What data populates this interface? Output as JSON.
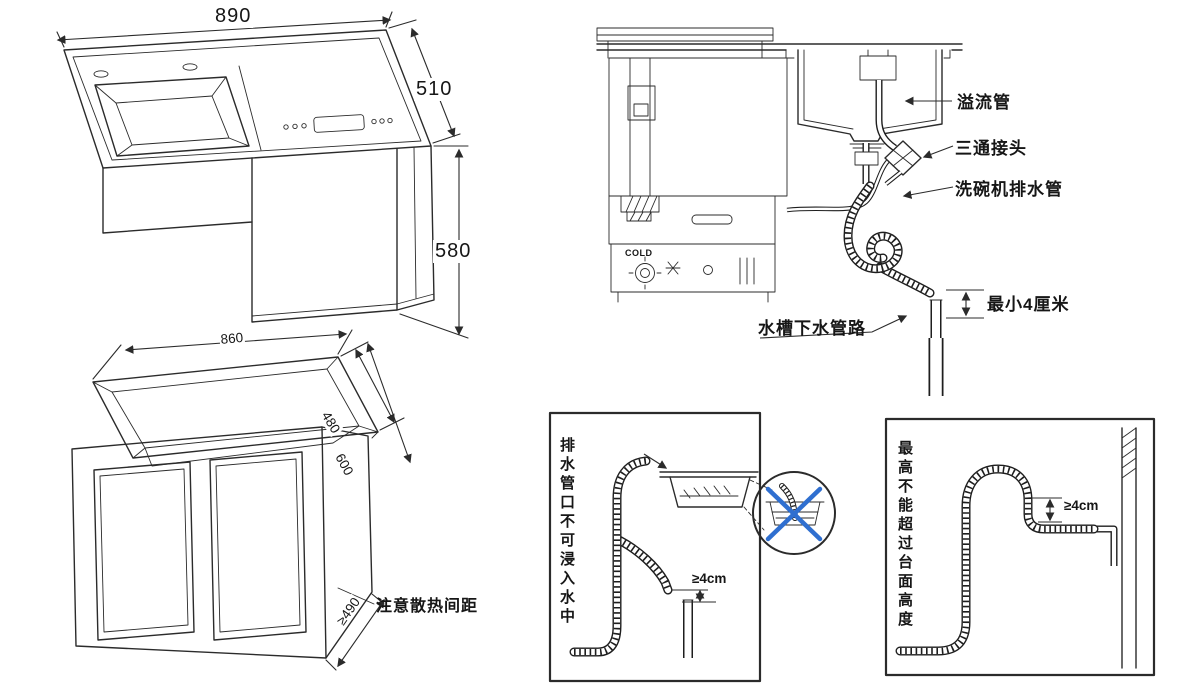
{
  "colors": {
    "line": "#2b2b2b",
    "cross": "#2f6fd0",
    "background": "#ffffff"
  },
  "sink_unit_drawing": {
    "width_mm": "890",
    "depth_mm": "510",
    "height_mm": "580"
  },
  "cabinet_drawing": {
    "width_mm": "860",
    "inner_depth_mm": "480",
    "outer_depth_mm": "600",
    "min_clearance_mm": "≥490",
    "note": "注意散热间距"
  },
  "plumbing_diagram": {
    "overflow_pipe": "溢流管",
    "tee_joint": "三通接头",
    "dishwasher_drain_hose": "洗碗机排水管",
    "sink_drain_line": "水槽下水管路",
    "min_clearance": "最小4厘米",
    "valve_label": "COLD"
  },
  "warning_left": {
    "note": "排水管口不可浸入水中",
    "clearance": "≥4cm"
  },
  "warning_right": {
    "note": "最高不能超过台面高度",
    "clearance": "≥4cm"
  }
}
